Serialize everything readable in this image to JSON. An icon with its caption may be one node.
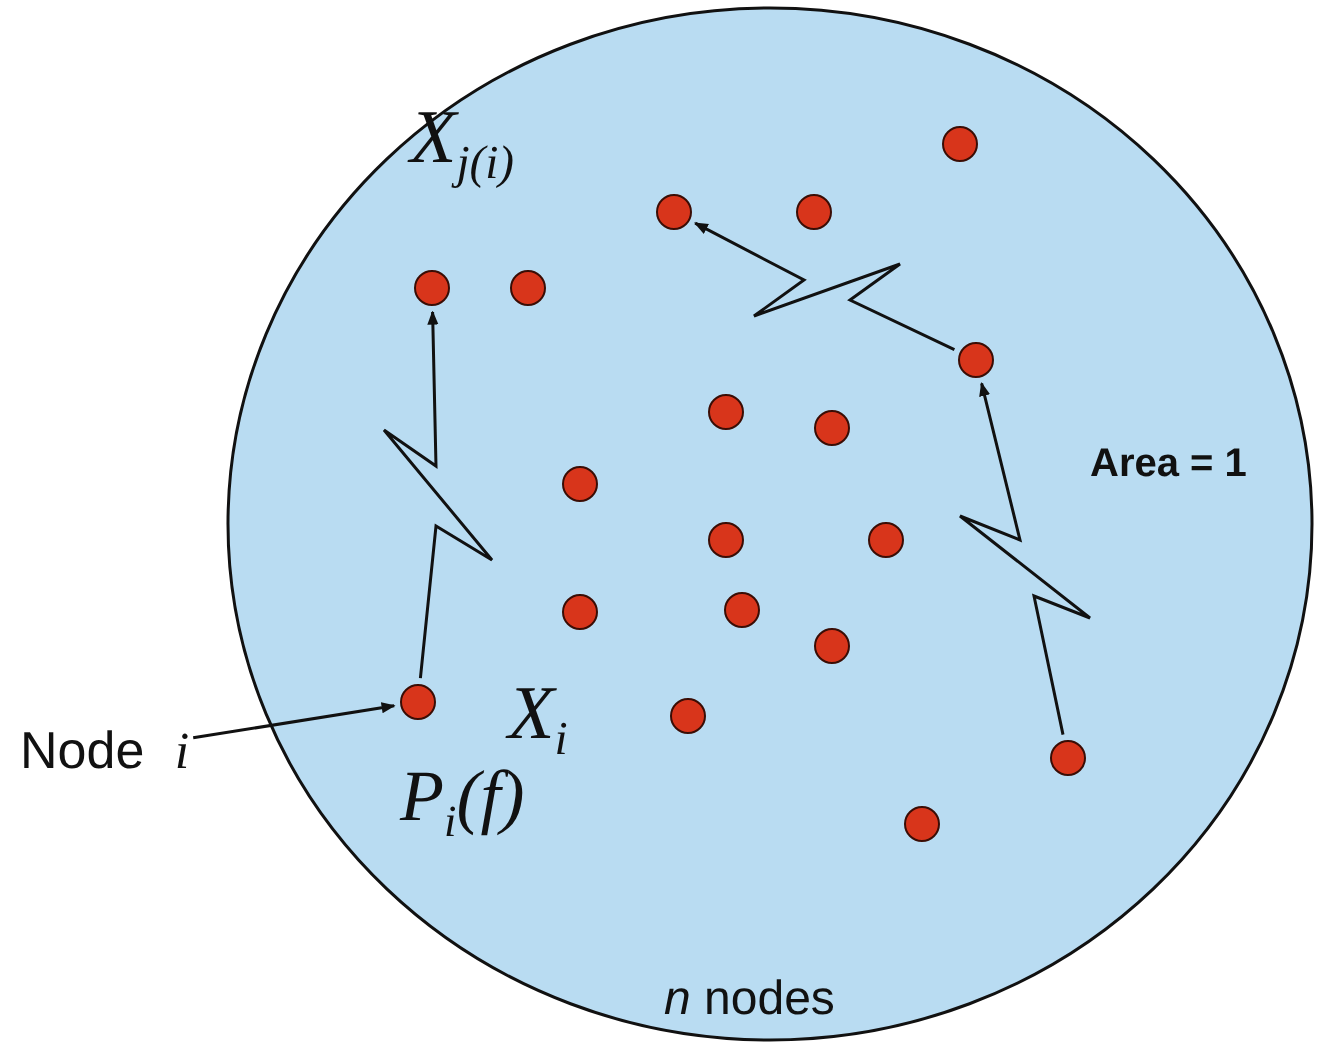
{
  "diagram": {
    "nodes": [
      {
        "text": [
          "Area = 1",
          "*n* nodes"
        ]
      },
      {
        "text": [],
        "shape": "circle",
        "in": 0
      },
      {
        "text": [],
        "shape": "circle",
        "in": 0
      },
      {
        "text": [],
        "shape": "circle",
        "in": 0
      },
      {
        "text": [],
        "shape": "circle",
        "in": 0,
        "beside": [
          "X$_{j(i)}$"
        ]
      },
      {
        "text": [],
        "shape": "circle",
        "in": 0
      },
      {
        "text": [],
        "shape": "circle",
        "in": 0
      },
      {
        "text": [],
        "shape": "circle",
        "in": 0
      },
      {
        "text": [],
        "shape": "circle",
        "in": 0
      },
      {
        "text": [],
        "shape": "circle",
        "in": 0
      },
      {
        "text": [],
        "shape": "circle",
        "in": 0
      },
      {
        "text": [],
        "shape": "circle",
        "in": 0
      },
      {
        "text": [],
        "shape": "circle",
        "in": 0
      },
      {
        "text": [],
        "shape": "circle",
        "in": 0
      },
      {
        "text": [],
        "shape": "circle",
        "in": 0
      },
      {
        "text": [],
        "shape": "circle",
        "in": 0,
        "beside": [
          "X$_{i}$",
          "P$_{i}$(f)"
        ]
      },
      {
        "text": [],
        "shape": "circle",
        "in": 0
      },
      {
        "text": [],
        "shape": "circle",
        "in": 0
      },
      {
        "text": [],
        "shape": "circle",
        "in": 0
      },
      {
        "text": [
          "Node *i*"
        ]
      }
    ],
    "edges": [
      {
        "from": 15,
        "to": 4,
        "arrow": "to"
      },
      {
        "from": 6,
        "to": 2,
        "arrow": "to"
      },
      {
        "from": 17,
        "to": 6,
        "arrow": "to"
      },
      {
        "from": 19,
        "to": 15,
        "arrow": "to"
      }
    ]
  }
}
